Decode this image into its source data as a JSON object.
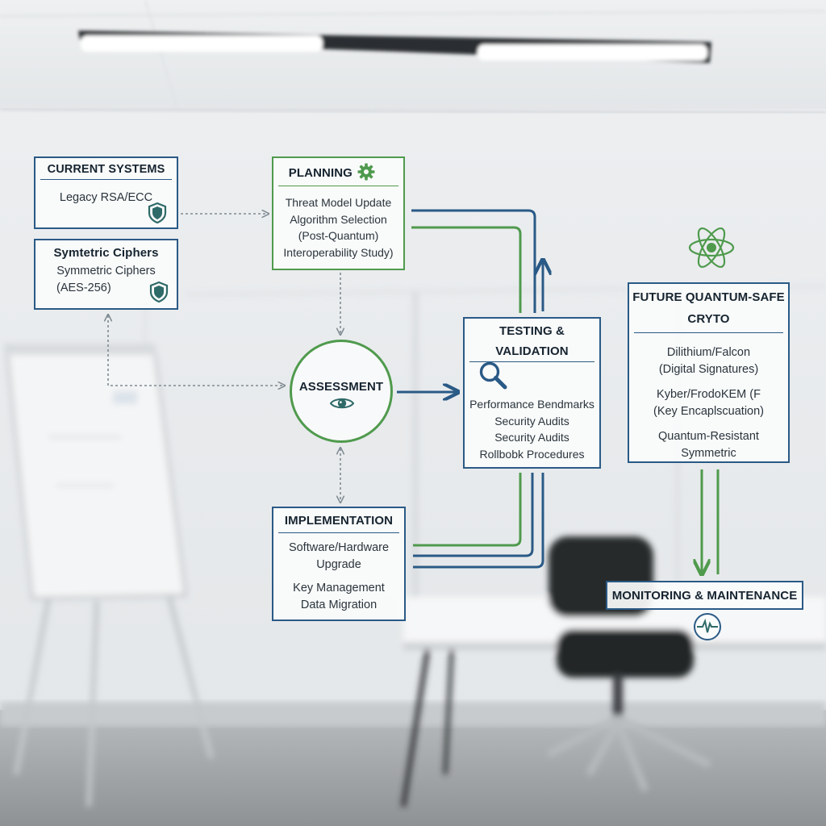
{
  "current_systems": {
    "title": "CURRENT SYSTEMS",
    "item": "Legacy RSA/ECC"
  },
  "symmetric_ciphers": {
    "title": "Symtetric Ciphers",
    "line1": "Symmetric Ciphers",
    "line2": "(AES-256)"
  },
  "planning": {
    "title": "PLANNING",
    "items": [
      "Threat Model Update",
      "Algorithm Selection",
      "(Post-Quantum)",
      "Interoperability Study)"
    ]
  },
  "assessment": {
    "title": "ASSESSMENT"
  },
  "testing": {
    "title_line1": "TESTING &",
    "title_line2": "VALIDATION",
    "items": [
      "Performance Bendmarks",
      "Security Audits",
      "Security Audits",
      "Rollbobk Procedures"
    ]
  },
  "future": {
    "title_line1": "FUTURE QUANTUM-SAFE",
    "title_line2": "CRYTO",
    "items": [
      "Dilithium/Falcon",
      "(Digital Signatures)",
      "Kyber/FrodoKEM (F",
      "(Key Encaplscuation)",
      "Quantum-Resistant",
      "Symmetric"
    ]
  },
  "implementation": {
    "title": "IMPLEMENTATION",
    "items": [
      "Software/Hardware",
      "Upgrade",
      "Key Management",
      "Data Migration"
    ]
  },
  "monitoring": {
    "title": "MONITORING & MAINTENANCE"
  },
  "colors": {
    "blue": "#2a5a86",
    "green": "#4f9a4d",
    "teal": "#2e6a68"
  },
  "icons": [
    "shield-icon",
    "gear-icon",
    "eye-icon",
    "magnifier-icon",
    "atom-icon",
    "heartbeat-icon"
  ]
}
